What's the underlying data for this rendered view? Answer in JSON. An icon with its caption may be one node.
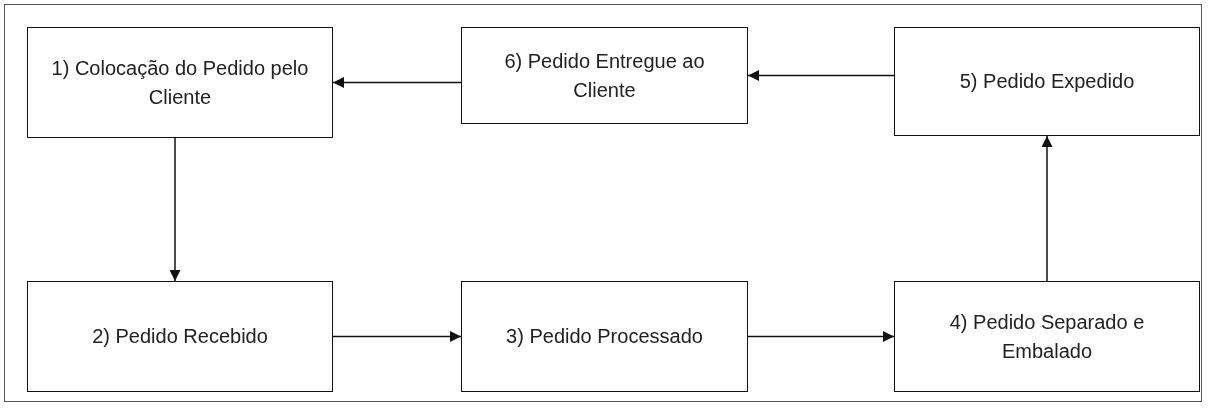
{
  "diagram": {
    "nodes": [
      {
        "text": [
          "1) Colocação do Pedido pelo Cliente"
        ]
      },
      {
        "text": [
          "6) Pedido Entregue ao Cliente"
        ]
      },
      {
        "text": [
          "5) Pedido Expedido"
        ]
      },
      {
        "text": [
          "2) Pedido Recebido"
        ]
      },
      {
        "text": [
          "3) Pedido Processado"
        ]
      },
      {
        "text": [
          "4) Pedido Separado e Embalado"
        ]
      }
    ],
    "edges": [
      {
        "from": 0,
        "to": 3,
        "arrow": "to"
      },
      {
        "from": 3,
        "to": 4,
        "arrow": "to"
      },
      {
        "from": 4,
        "to": 5,
        "arrow": "to"
      },
      {
        "from": 5,
        "to": 2,
        "arrow": "to"
      },
      {
        "from": 2,
        "to": 1,
        "arrow": "to"
      },
      {
        "from": 1,
        "to": 0,
        "arrow": "to"
      }
    ]
  }
}
